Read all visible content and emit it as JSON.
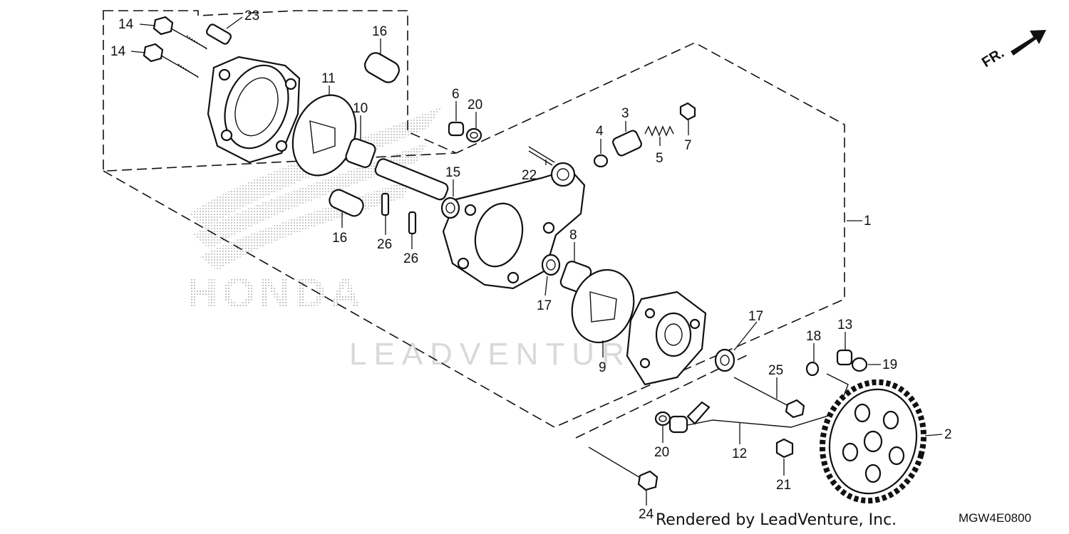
{
  "watermark": {
    "brand": "HONDA",
    "vendor": "LEADVENTURE"
  },
  "direction": {
    "label": "FR."
  },
  "footer": {
    "credit": "Rendered by LeadVenture, Inc.",
    "diagram_code": "MGW4E0800"
  },
  "callouts": [
    {
      "id": "c14a",
      "text": "14"
    },
    {
      "id": "c23",
      "text": "23"
    },
    {
      "id": "c14b",
      "text": "14"
    },
    {
      "id": "c16a",
      "text": "16"
    },
    {
      "id": "c11",
      "text": "11"
    },
    {
      "id": "c10",
      "text": "10"
    },
    {
      "id": "c6",
      "text": "6"
    },
    {
      "id": "c20a",
      "text": "20"
    },
    {
      "id": "c3",
      "text": "3"
    },
    {
      "id": "c4",
      "text": "4"
    },
    {
      "id": "c5",
      "text": "5"
    },
    {
      "id": "c7",
      "text": "7"
    },
    {
      "id": "c22",
      "text": "22"
    },
    {
      "id": "c15",
      "text": "15"
    },
    {
      "id": "c1",
      "text": "1"
    },
    {
      "id": "c8",
      "text": "8"
    },
    {
      "id": "c16b",
      "text": "16"
    },
    {
      "id": "c26a",
      "text": "26"
    },
    {
      "id": "c26b",
      "text": "26"
    },
    {
      "id": "c17a",
      "text": "17"
    },
    {
      "id": "c17b",
      "text": "17"
    },
    {
      "id": "c9",
      "text": "9"
    },
    {
      "id": "c13",
      "text": "13"
    },
    {
      "id": "c18",
      "text": "18"
    },
    {
      "id": "c19",
      "text": "19"
    },
    {
      "id": "c25",
      "text": "25"
    },
    {
      "id": "c2",
      "text": "2"
    },
    {
      "id": "c20b",
      "text": "20"
    },
    {
      "id": "c12",
      "text": "12"
    },
    {
      "id": "c21",
      "text": "21"
    },
    {
      "id": "c24",
      "text": "24"
    }
  ]
}
